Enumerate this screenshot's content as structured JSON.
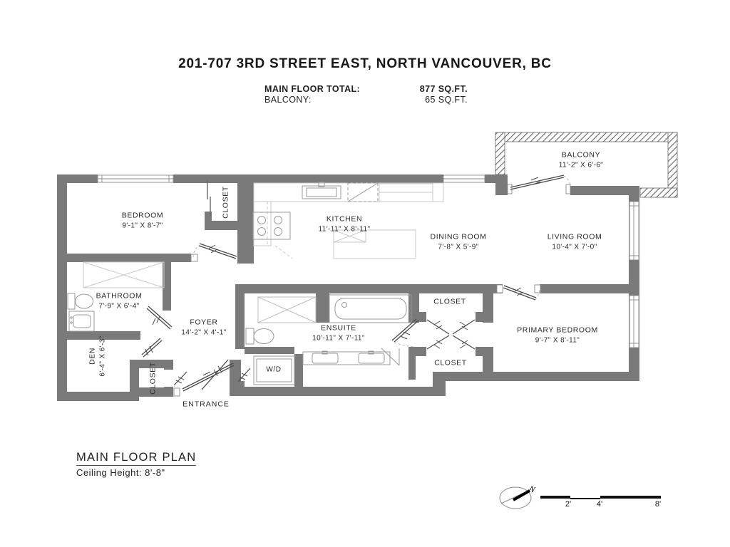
{
  "title": "201-707 3RD STREET EAST, NORTH VANCOUVER, BC",
  "area_summary": {
    "rows": [
      {
        "label": "MAIN FLOOR TOTAL:",
        "value": "877 SQ.FT."
      },
      {
        "label": "BALCONY:",
        "value": "65 SQ.FT."
      }
    ]
  },
  "rooms": {
    "balcony": {
      "name": "BALCONY",
      "dims": "11'-2\" X 6'-6\""
    },
    "bedroom": {
      "name": "BEDROOM",
      "dims": "9'-1\" X 8'-7\""
    },
    "bedroom_closet": {
      "name": "CLOSET"
    },
    "kitchen": {
      "name": "KITCHEN",
      "dims": "11'-11\" X 8'-11\""
    },
    "dining_room": {
      "name": "DINING ROOM",
      "dims": "7'-8\" X 5'-9\""
    },
    "living_room": {
      "name": "LIVING ROOM",
      "dims": "10'-4\" X 7'-0\""
    },
    "bathroom": {
      "name": "BATHROOM",
      "dims": "7'-9\" X 6'-4\""
    },
    "foyer": {
      "name": "FOYER",
      "dims": "14'-2\" X 4'-1\""
    },
    "den": {
      "name": "DEN",
      "dims": "6'-4\" X 6'-3\""
    },
    "entry_closet": {
      "name": "CLOSET"
    },
    "ensuite": {
      "name": "ENSUITE",
      "dims": "10'-11\" X 7'-11\""
    },
    "laundry": {
      "name": "W/D"
    },
    "primary_bedroom": {
      "name": "PRIMARY BEDROOM",
      "dims": "9'-7\" X 8'-11\""
    },
    "primary_closet_top": {
      "name": "CLOSET"
    },
    "primary_closet_bottom": {
      "name": "CLOSET"
    },
    "entrance": {
      "name": "ENTRANCE"
    }
  },
  "footer": {
    "plan_name": "MAIN FLOOR PLAN",
    "ceiling_height": "Ceiling Height: 8'-8\""
  },
  "compass": {
    "north_label": "N"
  },
  "scale_bar": {
    "ticks": [
      "2'",
      "4'",
      "8'"
    ]
  },
  "colors": {
    "wall": "#7a7a7a",
    "balcony_hatch": "#666666",
    "text": "#1f1f1f"
  }
}
